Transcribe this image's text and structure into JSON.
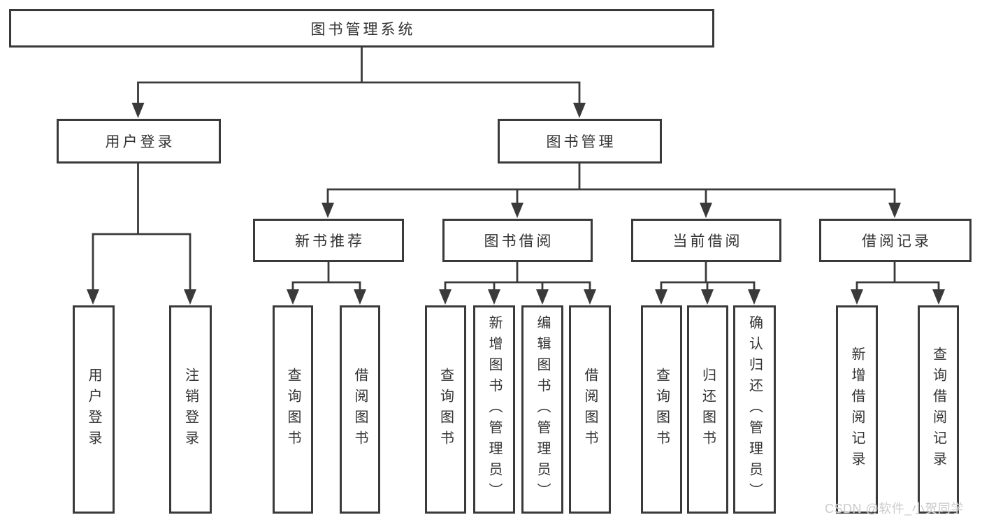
{
  "diagram": {
    "type": "tree",
    "colors": {
      "background": "#ffffff",
      "box_border": "#3a3a3a",
      "connector_line": "#3a3a3a",
      "text": "#333333",
      "watermark": "#cbcbcb"
    },
    "nodes": [
      {
        "id": "root",
        "label": "图书管理系统"
      },
      {
        "id": "user-login-module",
        "label": "用户登录"
      },
      {
        "id": "book-management-module",
        "label": "图书管理"
      },
      {
        "id": "new-book-recommend",
        "label": "新书推荐"
      },
      {
        "id": "book-borrowing",
        "label": "图书借阅"
      },
      {
        "id": "current-borrowing",
        "label": "当前借阅"
      },
      {
        "id": "borrowing-records",
        "label": "借阅记录"
      },
      {
        "id": "leaf-user-login",
        "label": "用户登录"
      },
      {
        "id": "leaf-logout",
        "label": "注销登录"
      },
      {
        "id": "leaf-query-book-recommend",
        "label": "查询图书"
      },
      {
        "id": "leaf-borrow-book-recommend",
        "label": "借阅图书"
      },
      {
        "id": "leaf-query-book-borrowing",
        "label": "查询图书"
      },
      {
        "id": "leaf-add-book-admin",
        "label": "新增图书（管理员）"
      },
      {
        "id": "leaf-edit-book-admin",
        "label": "编辑图书（管理员）"
      },
      {
        "id": "leaf-borrow-book-borrowing",
        "label": "借阅图书"
      },
      {
        "id": "leaf-query-book-current",
        "label": "查询图书"
      },
      {
        "id": "leaf-return-book",
        "label": "归还图书"
      },
      {
        "id": "leaf-confirm-return-admin",
        "label": "确认归还（管理员）"
      },
      {
        "id": "leaf-add-borrow-record",
        "label": "新增借阅记录"
      },
      {
        "id": "leaf-query-borrow-record",
        "label": "查询借阅记录"
      }
    ],
    "watermark": "CSDN @软件_小贺同学"
  }
}
